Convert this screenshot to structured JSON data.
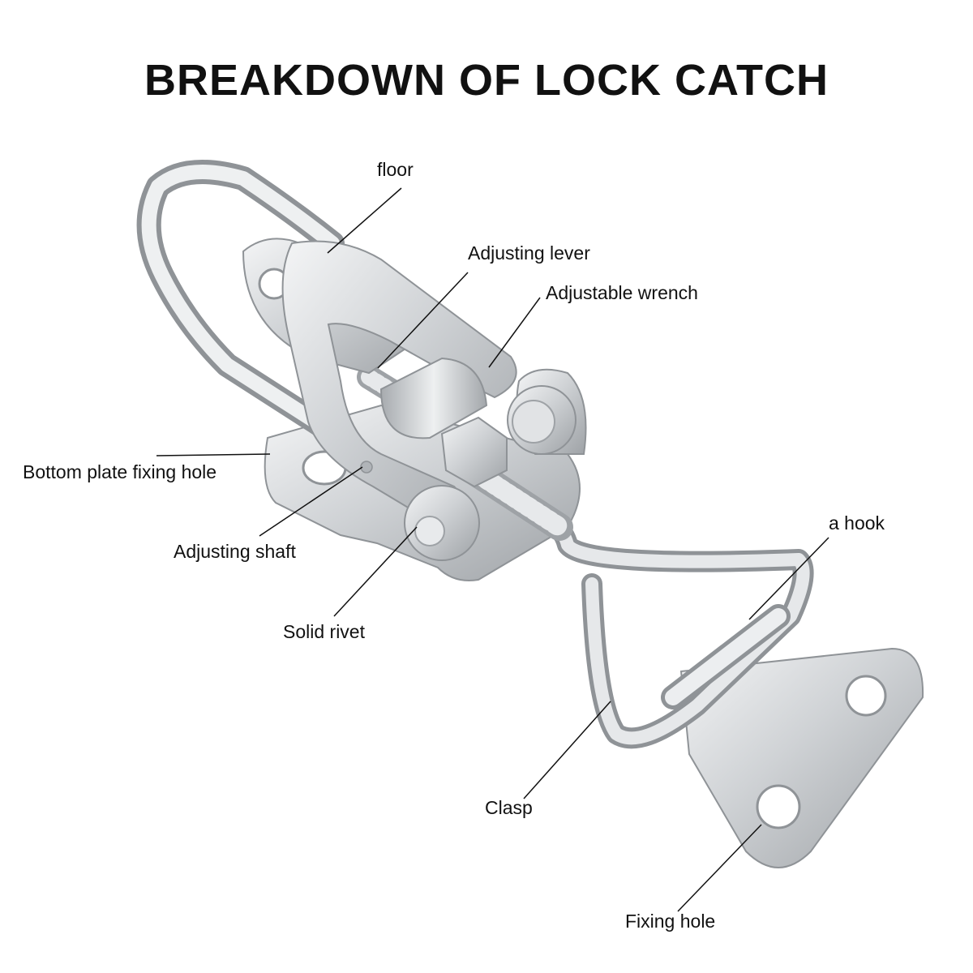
{
  "title": "BREAKDOWN OF LOCK CATCH",
  "labels": {
    "floor": "floor",
    "adjusting_lever": "Adjusting lever",
    "adjustable_wrench": "Adjustable wrench",
    "bottom_plate_fixing_hole": "Bottom plate fixing hole",
    "adjusting_shaft": "Adjusting shaft",
    "solid_rivet": "Solid rivet",
    "a_hook": "a hook",
    "clasp": "Clasp",
    "fixing_hole": "Fixing hole"
  },
  "colors": {
    "metal": "#d6d8da",
    "metal_dark": "#9ea2a6",
    "metal_light": "#f1f2f3",
    "leader": "#111111"
  }
}
